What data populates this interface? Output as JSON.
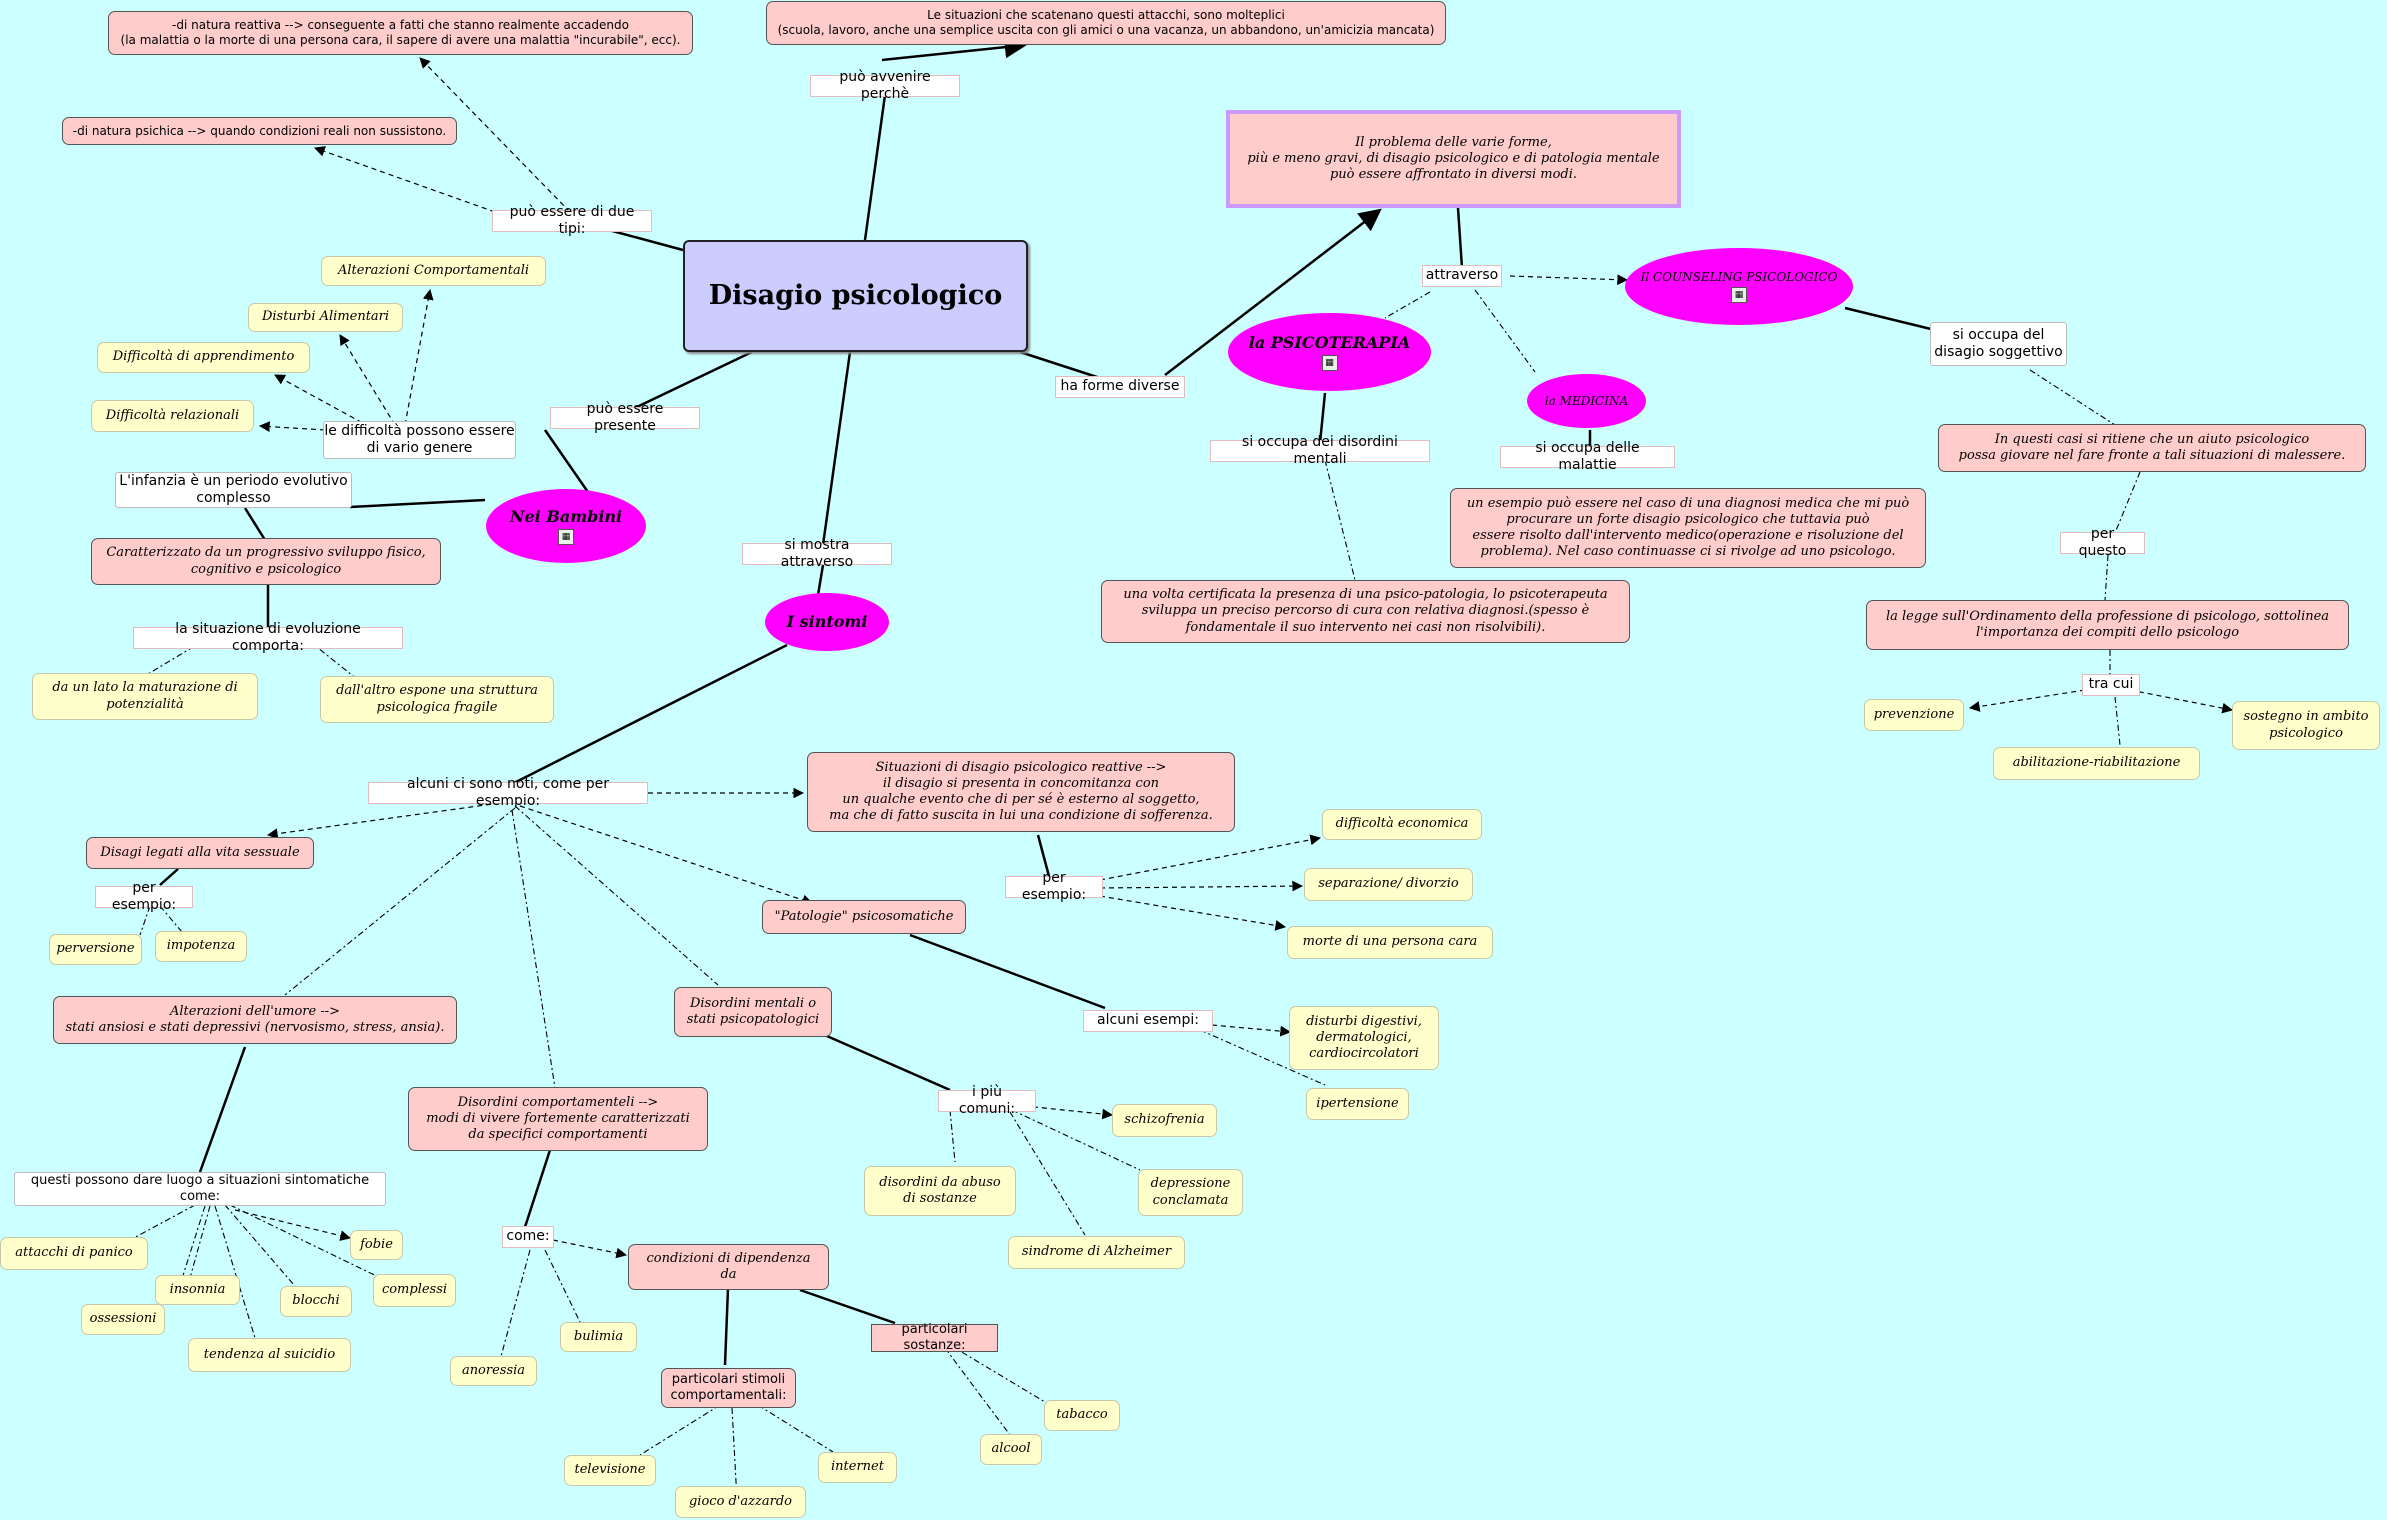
{
  "central": {
    "title": "Disagio psicologico"
  },
  "top_causes": {
    "label": "può avvenire perchè",
    "text": "Le situazioni che scatenano questi attacchi, sono molteplici\n(scuola, lavoro, anche una semplice uscita con gli amici o una vacanza, un abbandono, un'amicizia mancata)"
  },
  "types": {
    "label": "può essere di due tipi:",
    "reactive": "-di natura reattiva --> conseguente a fatti che stanno realmente accadendo\n(la malattia o la morte di una persona cara, il sapere di avere una malattia \"incurabile\", ecc).",
    "psychic": "-di natura psichica --> quando condizioni reali non sussistono."
  },
  "children": {
    "label": "può essere presente",
    "node": "Nei Bambini",
    "difficulties_label": "le difficoltà possono essere\ndi vario genere",
    "difficulties": [
      "Alterazioni Comportamentali",
      "Disturbi Alimentari",
      "Difficoltà di apprendimento",
      "Difficoltà relazionali"
    ],
    "infancy": "L'infanzia è un periodo evolutivo\ncomplesso",
    "development": "Caratterizzato da un progressivo sviluppo fisico,\ncognitivo e psicologico",
    "evolution_label": "la situazione di evoluzione comporta:",
    "evolution": [
      "da un lato la maturazione di\npotenzialità",
      "dall'altro espone una struttura\npsicologica  fragile"
    ]
  },
  "forms": {
    "label": "ha forme diverse",
    "problem": "Il problema delle varie forme,\npiù e meno gravi, di disagio psicologico e di patologia mentale\npuò essere affrontato in diversi modi.",
    "via_label": "attraverso",
    "psicoterapia": "la PSICOTERAPIA",
    "medicina": "la MEDICINA",
    "counseling": "Il COUNSELING PSICOLOGICO",
    "psico_label": "si occupa dei disordini mentali",
    "psico_text": "una volta certificata la presenza di una psico-patologia, lo psicoterapeuta\nsviluppa un preciso percorso di cura con relativa diagnosi.(spesso è\nfondamentale il suo intervento nei casi non risolvibili).",
    "med_label": "si occupa delle malattie",
    "med_text": "un esempio può essere nel caso di una diagnosi medica che mi può\nprocurare un forte  disagio psicologico che tuttavia può\nessere risolto dall'intervento medico(operazione e risoluzione del\nproblema). Nel caso continuasse ci si rivolge ad uno psicologo.",
    "couns_label": "si occupa del\ndisagio soggettivo",
    "couns_text": "In questi casi si ritiene che un aiuto psicologico\npossa giovare nel fare fronte a tali situazioni di malessere.",
    "per_questo": "per questo",
    "law": "la legge sull'Ordinamento della professione di psicologo, sottolinea\nl'importanza dei compiti dello psicologo",
    "tra_cui": "tra cui",
    "tasks": [
      "prevenzione",
      "abilitazione-riabilitazione",
      "sostegno in ambito\npsicologico"
    ]
  },
  "symptoms": {
    "label": "si mostra attraverso",
    "node": "I sintomi",
    "known_label": "alcuni ci sono noti, come per esempio:",
    "reactive": "Situazioni di disagio psicologico reattive -->\nil disagio si presenta in concomitanza con\nun qualche evento che di per sé è esterno al soggetto,\nma che di fatto suscita in lui una condizione di sofferenza.",
    "reactive_label": "per esempio:",
    "reactive_examples": [
      "difficoltà economica",
      "separazione/ divorzio",
      "morte di una persona cara"
    ],
    "sexual": "Disagi legati alla vita sessuale",
    "sexual_label": "per esempio:",
    "sexual_examples": [
      "perversione",
      "impotenza"
    ],
    "psychosomatic": "\"Patologie\" psicosomatiche",
    "psychosomatic_label": "alcuni esempi:",
    "psychosomatic_examples": [
      "disturbi digestivi,\ndermatologici,\ncardiocircolatori",
      "ipertensione"
    ],
    "mood": "Alterazioni dell'umore -->\nstati ansiosi e stati depressivi (nervosismo, stress, ansia).",
    "mood_label": "questi possono dare luogo a situazioni sintomatiche come:",
    "mood_examples": [
      "attacchi di panico",
      "fobie",
      "insonnia",
      "blocchi",
      "complessi",
      "ossessioni",
      "tendenza al suicidio"
    ],
    "mental": "Disordini mentali o\nstati psicopatologici",
    "mental_label": "i più comuni:",
    "mental_examples": [
      "schizofrenia",
      "disordini da abuso\ndi sostanze",
      "depressione\nconclamata",
      "sindrome di Alzheimer"
    ],
    "behavioral": "Disordini comportamenteli -->\nmodi di vivere fortemente caratterizzati\nda specifici comportamenti",
    "behavioral_label": "come:",
    "behavioral_examples": [
      "anoressia",
      "bulimia"
    ],
    "dependency": "condizioni di dipendenza\nda",
    "stimuli": "particolari stimoli\ncomportamentali:",
    "stimuli_examples": [
      "televisione",
      "gioco d'azzardo",
      "internet"
    ],
    "substances": "particolari sostanze:",
    "substances_examples": [
      "alcool",
      "tabacco"
    ]
  }
}
